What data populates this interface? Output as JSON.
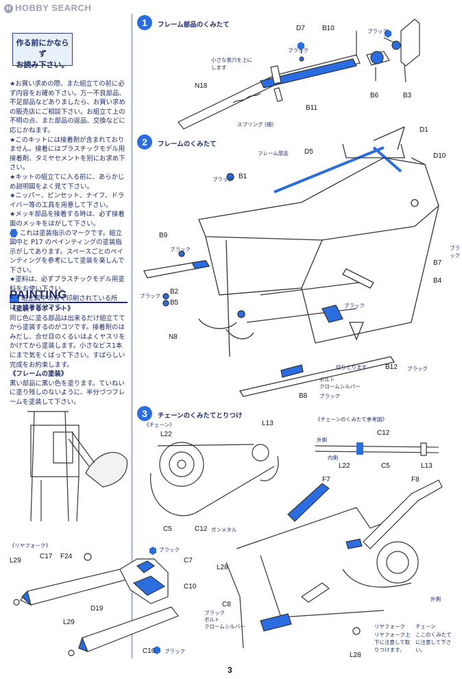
{
  "logo": {
    "text": "HOBBY SEARCH",
    "badge": "H"
  },
  "sign": {
    "line1": "作る前にかならず",
    "line2": "お読み下さい。"
  },
  "notes": [
    "★お買い求めの際、また組立ての前に必ず内容をお確め下さい。万一不良部品、不足部品などありましたら、お買い求めの販売店にご相談下さい。お組立て上の不明の点、また部品の返品、交換などに応じかねます。",
    "★このキットには接着剤が含まれておりません。接着にはプラスチックモデル用接着剤、タミヤセメントを別にお求め下さい。",
    "★キットの組立てに入る前に、あらかじめ説明図をよく見て下さい。",
    "★ニッパー、ピンセット、ナイフ、ドライバー等の工具を用意して下さい。",
    "★メッキ部品を接着する時は、必ず接着面のメッキをはがして下さい。"
  ],
  "legend": {
    "hex_text": "これは塗装指示のマークです。組立図中と P17 のペインティングの塗装指示がしてあります。スペースごとのペインティングを参考にして塗装を楽しんで下さい。",
    "star_text": "★塗料は、必ずプラスチックモデル用塗料をお使い下さい。",
    "blue_text": "組立図中の青く印刷されている所は、接着部分です。"
  },
  "painting": {
    "title": "PAINTING",
    "point_heading": "《塗装するポイント》",
    "point_text": "同じ色に塗る部品は出来るだけ組立ててから塗装するのがコツです。接着剤のはみだし、合せ目のくるいはよくヤスリをかけてから塗装します。小さなビス1本にまで気をくばって下さい。すばらしい完成をお約束します。",
    "frame_heading": "《フレームの塗装》",
    "frame_text": "黒い部品に黒い色を塗ります。ていねいに塗り残しのないように、半分づつフレームを塗装して下さい。"
  },
  "swingarm": {
    "heading": "《リヤフォーク》",
    "labels": [
      "L29",
      "C17",
      "F24",
      "C7",
      "C10",
      "D19",
      "L29",
      "C16"
    ],
    "black": "ブラック"
  },
  "step1": {
    "num": "1",
    "title": "フレーム部品のくみたて",
    "labels": [
      "D7",
      "B10",
      "N18",
      "B11",
      "B6",
      "B3"
    ],
    "note_hole": "小さな長穴を上にします",
    "spring": "スプリング (細)",
    "black": "ブラック"
  },
  "step2": {
    "num": "2",
    "title": "フレームのくみたて",
    "labels": [
      "D1",
      "D5",
      "D10",
      "B1",
      "B9",
      "B7",
      "B4",
      "B2",
      "B5",
      "N8",
      "B12",
      "B8"
    ],
    "frame_part": "フレーム部品",
    "cut": "切りとります",
    "black": "ブラック",
    "bolt": "ボルト",
    "chrome": "クロームシルバー"
  },
  "step3": {
    "num": "3",
    "title": "チェーンのくみたてとりつけ",
    "sub_chain": "《チェーン》",
    "sub_ref": "《チェーンのくみたて参考図》",
    "labels": [
      "L22",
      "L13",
      "C5",
      "C12",
      "C12",
      "L22",
      "C5",
      "L13",
      "F7",
      "F8",
      "L28",
      "C8",
      "L28"
    ],
    "gunmetal": "ガンメタル",
    "outer": "外側",
    "inner": "内側",
    "black": "ブラック",
    "bolt": "ボルト",
    "chrome": "クロームシルバー",
    "rearfork": "リヤフォーク",
    "rearfork_note": "リヤフォーク上下に注意して取りつけます。",
    "chain": "チェーン",
    "chain_note": "ここのくみたてに注意して下さい。",
    "outside": "外側"
  },
  "page_number": "3",
  "colors": {
    "ink": "#1d2b6b",
    "accent": "#2a6de0",
    "line": "#3a3a4a"
  }
}
